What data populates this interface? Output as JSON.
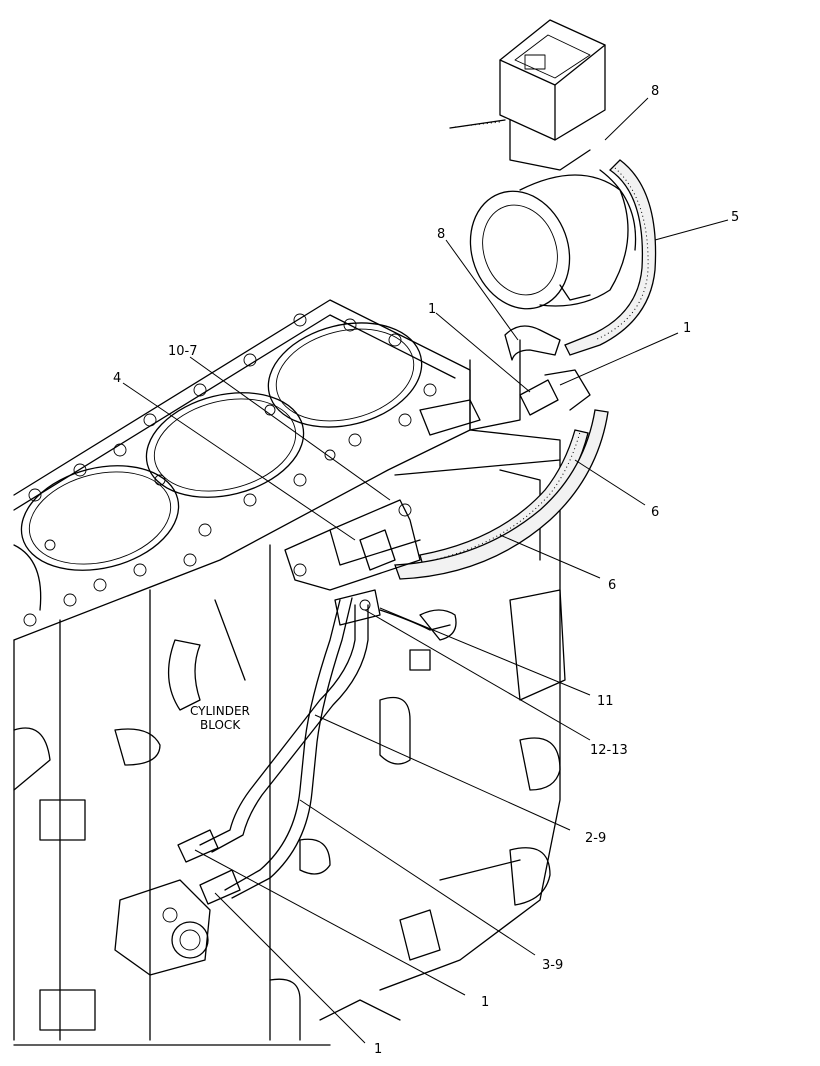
{
  "callouts": [
    {
      "id": "c8a",
      "text": "8"
    },
    {
      "id": "c5",
      "text": "5"
    },
    {
      "id": "c8b",
      "text": "8"
    },
    {
      "id": "c1a",
      "text": "1"
    },
    {
      "id": "c1b",
      "text": "1"
    },
    {
      "id": "c10",
      "text": "10-7"
    },
    {
      "id": "c4",
      "text": "4"
    },
    {
      "id": "c6a",
      "text": "6"
    },
    {
      "id": "c6b",
      "text": "6"
    },
    {
      "id": "c11",
      "text": "11"
    },
    {
      "id": "c12",
      "text": "12-13"
    },
    {
      "id": "c29",
      "text": "2-9"
    },
    {
      "id": "c39",
      "text": "3-9"
    },
    {
      "id": "c1c",
      "text": "1"
    },
    {
      "id": "c1d",
      "text": "1"
    }
  ],
  "block_label": {
    "line1": "CYLINDER",
    "line2": "BLOCK"
  }
}
